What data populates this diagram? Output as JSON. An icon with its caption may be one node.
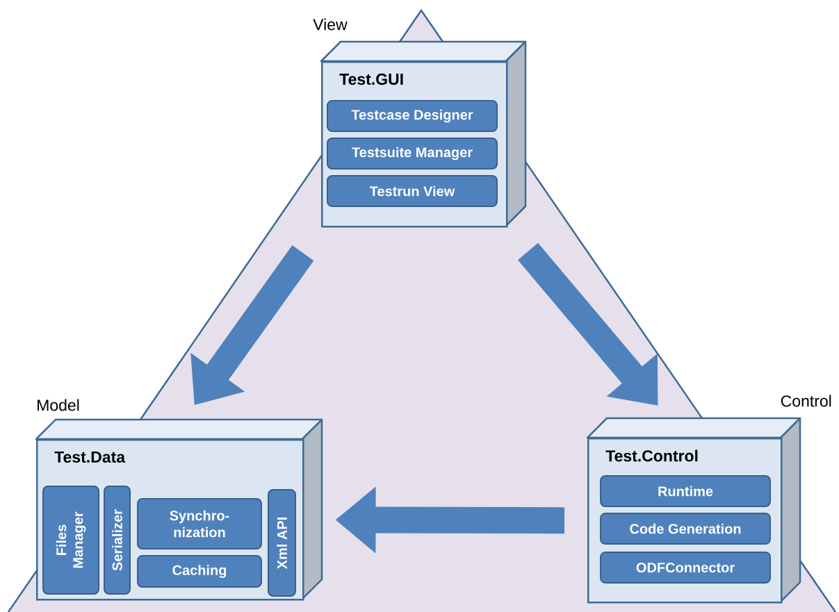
{
  "diagram": {
    "nodes": [
      {
        "text": [
          "Test.GUI"
        ],
        "beside": [
          "View"
        ]
      },
      {
        "text": [
          "Testcase Designer"
        ],
        "in": 0
      },
      {
        "text": [
          "Testsuite Manager"
        ],
        "in": 0
      },
      {
        "text": [
          "Testrun View"
        ],
        "in": 0
      },
      {
        "text": [
          "Test.Data"
        ],
        "beside": [
          "Model"
        ]
      },
      {
        "text": [
          "Files Manager"
        ],
        "in": 4
      },
      {
        "text": [
          "Serializer"
        ],
        "in": 4
      },
      {
        "text": [
          "Synchro- nization"
        ],
        "in": 4
      },
      {
        "text": [
          "Caching"
        ],
        "in": 4
      },
      {
        "text": [
          "Xml API"
        ],
        "in": 4
      },
      {
        "text": [
          "Test.Control"
        ],
        "beside": [
          "Control"
        ]
      },
      {
        "text": [
          "Runtime"
        ],
        "in": 10
      },
      {
        "text": [
          "Code Generation"
        ],
        "in": 10
      },
      {
        "text": [
          "ODFConnector"
        ],
        "in": 10
      }
    ],
    "edges": [
      {
        "from": 0,
        "to": 4,
        "arrow": "to"
      },
      {
        "from": 0,
        "to": 10,
        "arrow": "to"
      },
      {
        "from": 10,
        "to": 4,
        "arrow": "to"
      }
    ]
  }
}
